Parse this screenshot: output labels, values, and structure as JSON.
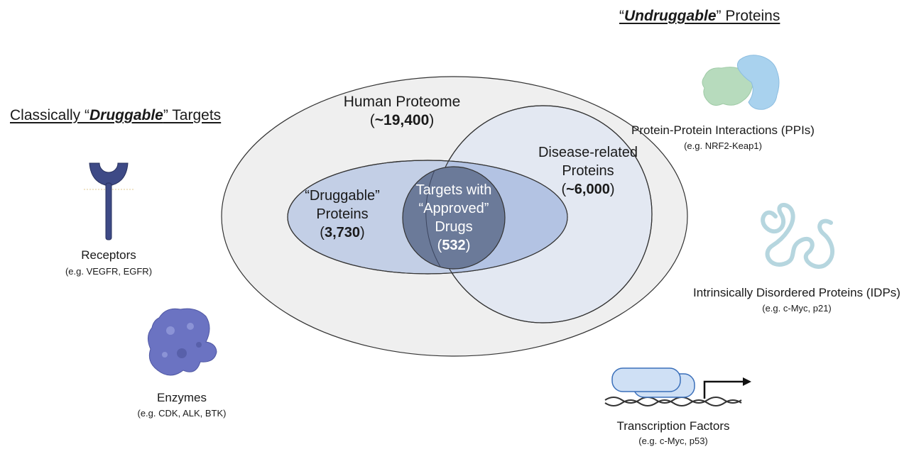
{
  "left_panel": {
    "heading_pre": "Classically “",
    "heading_em": "Druggable",
    "heading_post": "” Targets",
    "items": [
      {
        "name": "Receptors",
        "example": "(e.g. VEGFR, EGFR)",
        "icon": "receptor-icon"
      },
      {
        "name": "Enzymes",
        "example": "(e.g. CDK, ALK, BTK)",
        "icon": "enzyme-icon"
      }
    ]
  },
  "right_panel": {
    "heading_pre": "“",
    "heading_em": "Undruggable",
    "heading_post": "” Proteins",
    "items": [
      {
        "name": "Protein-Protein Interactions (PPIs)",
        "example": "(e.g. NRF2-Keap1)",
        "icon": "protein-complex-icon"
      },
      {
        "name": "Intrinsically Disordered Proteins (IDPs)",
        "example": "(e.g. c-Myc, p21)",
        "icon": "disordered-protein-icon"
      },
      {
        "name": "Transcription Factors",
        "example": "(e.g. c-Myc, p53)",
        "icon": "transcription-factor-icon"
      }
    ]
  },
  "venn": {
    "proteome": {
      "label": "Human Proteome",
      "count_pre": "(",
      "count": "~19,400",
      "count_post": ")"
    },
    "disease": {
      "line1": "Disease-related",
      "line2": "Proteins",
      "count_pre": "(",
      "count": "~6,000",
      "count_post": ")"
    },
    "druggable": {
      "line1": "“Druggable”",
      "line2": "Proteins",
      "count_pre": "(",
      "count": "3,730",
      "count_post": ")"
    },
    "approved": {
      "line1": "Targets with",
      "line2": "“Approved”",
      "line3": "Drugs",
      "count_pre": "(",
      "count": "532",
      "count_post": ")"
    },
    "colors": {
      "proteome": "#efefef",
      "disease": "#e3e8f2",
      "druggable": "#c3cfe6",
      "overlap": "#b3c3e3",
      "approved": "#6b7a99"
    }
  }
}
